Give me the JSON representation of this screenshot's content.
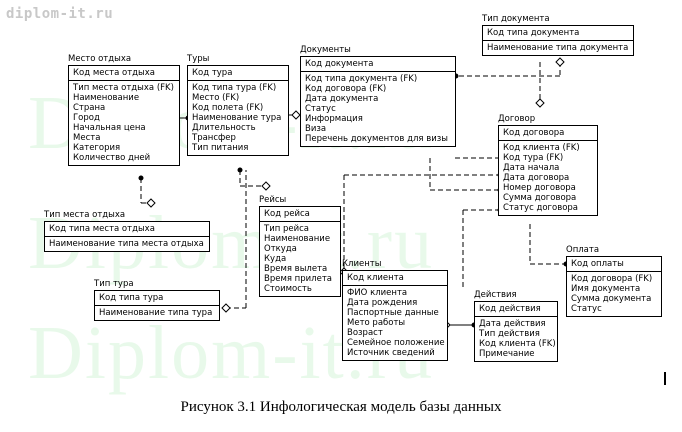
{
  "watermark": {
    "site": "diplom-it.ru",
    "big": "Diplom-it.ru"
  },
  "entities": {
    "mesto": {
      "title": "Место отдыха",
      "pk": [
        "Код места отдыха"
      ],
      "attrs": [
        "Тип места отдыха (FK)",
        "Наименование",
        "Страна",
        "Город",
        "Начальная цена",
        "Места",
        "Категория",
        "Количество дней"
      ]
    },
    "tury": {
      "title": "Туры",
      "pk": [
        "Код тура"
      ],
      "attrs": [
        "Код типа тура (FK)",
        "Место (FK)",
        "Код полета (FK)",
        "Наименование тура",
        "Длительность",
        "Трансфер",
        "Тип питания"
      ]
    },
    "dokumenty": {
      "title": "Документы",
      "pk": [
        "Код документа"
      ],
      "attrs": [
        "Код типа документа (FK)",
        "Код договора (FK)",
        "Дата документа",
        "Статус",
        "Информация",
        "Виза",
        "Перечень документов для визы"
      ]
    },
    "tip_dok": {
      "title": "Тип документа",
      "pk": [
        "Код типа документа"
      ],
      "attrs": [
        "Наименование типа документа"
      ]
    },
    "dogovor": {
      "title": "Договор",
      "pk": [
        "Код договора"
      ],
      "attrs": [
        "Код клиента (FK)",
        "Код тура (FK)",
        "Дата начала",
        "Дата договора",
        "Номер договора",
        "Сумма договора",
        "Статус договора"
      ]
    },
    "tip_mesta": {
      "title": "Тип места отдыха",
      "pk": [
        "Код типа места отдыха"
      ],
      "attrs": [
        "Наименование типа места отдыха"
      ]
    },
    "reysy": {
      "title": "Рейсы",
      "pk": [
        "Код рейса"
      ],
      "attrs": [
        "Тип рейса",
        "Наименование",
        "Откуда",
        "Куда",
        "Время вылета",
        "Время прилета",
        "Стоимость"
      ]
    },
    "klienty": {
      "title": "Клиенты",
      "pk": [
        "Код клиента"
      ],
      "attrs": [
        "ФИО клиента",
        "Дата рождения",
        "Паспортные данные",
        "Мето работы",
        "Возраст",
        "Семейное положение",
        "Источник сведений"
      ]
    },
    "oplata": {
      "title": "Оплата",
      "pk": [
        "Код оплаты"
      ],
      "attrs": [
        "Код договора (FK)",
        "Имя документа",
        "Сумма документа",
        "Статус"
      ]
    },
    "tip_tura": {
      "title": "Тип тура",
      "pk": [
        "Код типа тура"
      ],
      "attrs": [
        "Наименование типа тура"
      ]
    },
    "deystviya": {
      "title": "Действия",
      "pk": [
        "Код действия"
      ],
      "attrs": [
        "Дата действия",
        "Тип действия",
        "Код клиента (FK)",
        "Примечание"
      ]
    }
  },
  "caption": "Рисунок 3.1 Инфологическая модель базы данных"
}
